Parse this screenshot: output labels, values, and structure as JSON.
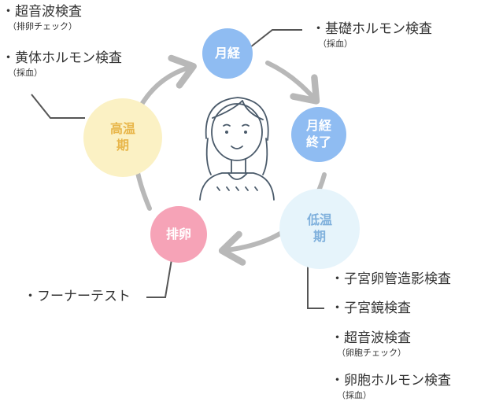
{
  "colors": {
    "menstruation": "#8fbcf2",
    "menstruation_end": "#8fbcf2",
    "low_temp": "#e6f4fb",
    "ovulation": "#f6a3b7",
    "high_temp": "#fbf1c4",
    "arrow": "#b8b8b8",
    "line": "#555555",
    "label_white": "#ffffff",
    "label_yellow": "#e8b64a",
    "label_blue": "#7fb0dc"
  },
  "phases": {
    "menstruation": {
      "line1": "月経",
      "line2": ""
    },
    "menstruation_end": {
      "line1": "月経",
      "line2": "終了"
    },
    "low_temp": {
      "line1": "低温",
      "line2": "期"
    },
    "ovulation": {
      "line1": "排卵",
      "line2": ""
    },
    "high_temp": {
      "line1": "高温",
      "line2": "期"
    }
  },
  "callouts": {
    "top_left": [
      {
        "label": "・超音波検査",
        "note": "（排卵チェック）"
      },
      {
        "label": "・黄体ホルモン検査",
        "note": "（採血）"
      }
    ],
    "top_right": [
      {
        "label": "・基礎ホルモン検査",
        "note": "（採血）"
      }
    ],
    "ovulation": [
      {
        "label": "・フーナーテスト",
        "note": ""
      }
    ],
    "low_temp": [
      {
        "label": "・子宮卵管造影検査",
        "note": ""
      },
      {
        "label": "・子宮鏡検査",
        "note": ""
      },
      {
        "label": "・超音波検査",
        "note": "（卵胞チェック）"
      },
      {
        "label": "・卵胞ホルモン検査",
        "note": "（採血）"
      }
    ]
  },
  "icons": {
    "center": "woman-avatar-icon",
    "cycle": "cycle-arrow-icon"
  }
}
